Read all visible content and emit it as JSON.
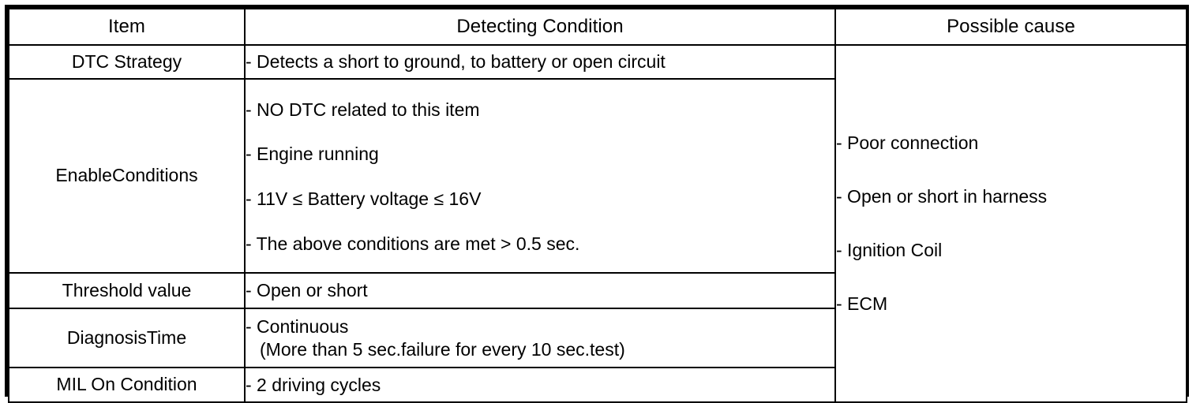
{
  "table": {
    "headers": {
      "item": "Item",
      "detecting_condition": "Detecting Condition",
      "possible_cause": "Possible cause"
    },
    "rows": [
      {
        "item": "DTC Strategy",
        "detect_lines": [
          "-  Detects a short to ground, to battery or open circuit"
        ]
      },
      {
        "item": "EnableConditions",
        "detect_lines": [
          "-  NO DTC related to this item",
          "-  Engine running",
          "-  11V ≤ Battery voltage ≤ 16V",
          "-  The above conditions are met > 0.5 sec."
        ]
      },
      {
        "item": "Threshold value",
        "detect_lines": [
          "-  Open or short"
        ]
      },
      {
        "item": "DiagnosisTime",
        "detect_lines": [
          "-  Continuous",
          "(More than 5 sec.failure for every 10 sec.test)"
        ]
      },
      {
        "item": "MIL On Condition",
        "detect_lines": [
          "-  2 driving cycles"
        ]
      }
    ],
    "possible_causes": [
      "-  Poor connection",
      "-  Open or short in harness",
      "-  Ignition Coil",
      "-  ECM"
    ]
  },
  "colors": {
    "border": "#000000",
    "text": "#000000",
    "background": "#ffffff"
  }
}
